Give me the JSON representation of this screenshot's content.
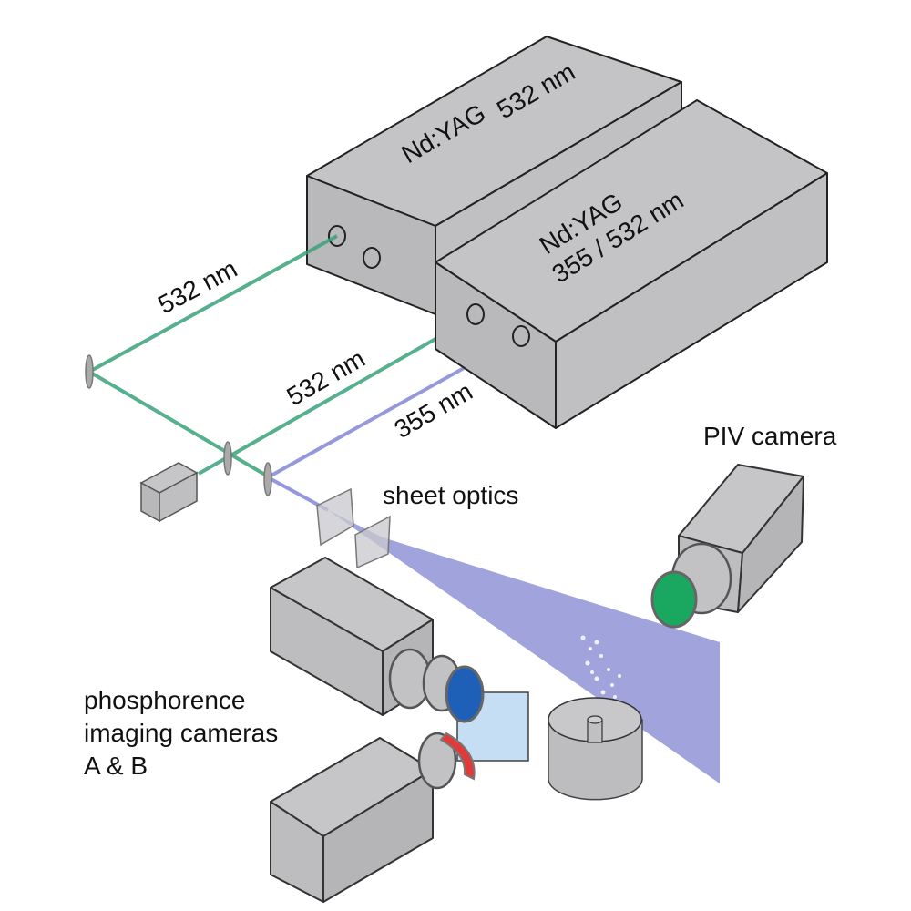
{
  "diagram": {
    "type": "experimental-setup",
    "lasers": [
      {
        "name": "laser-1",
        "label_line1": "Nd:YAG",
        "label_line2": "532 nm"
      },
      {
        "name": "laser-2",
        "label_line1": "Nd:YAG",
        "label_line2": "355 / 532 nm"
      }
    ],
    "beams": [
      {
        "label": "532 nm",
        "color": "#3aa37a"
      },
      {
        "label": "532 nm",
        "color": "#3aa37a"
      },
      {
        "label": "355 nm",
        "color": "#8a8fd8"
      }
    ],
    "labels": {
      "sheet_optics": "sheet optics",
      "piv_camera": "PIV camera",
      "phosphorescence_line1": "phosphorence",
      "phosphorescence_line2": "imaging cameras",
      "phosphorescence_line3": "A & B"
    },
    "colors": {
      "green_beam": "#3aa37a",
      "uv_beam": "#8a8fd8",
      "light_sheet": "#8f93d6",
      "piv_filter": "#1aa860",
      "camera_a_filter": "#1e5fb8",
      "camera_b_filter": "#e03a3a",
      "device_gray": "#c0c0c2"
    }
  }
}
